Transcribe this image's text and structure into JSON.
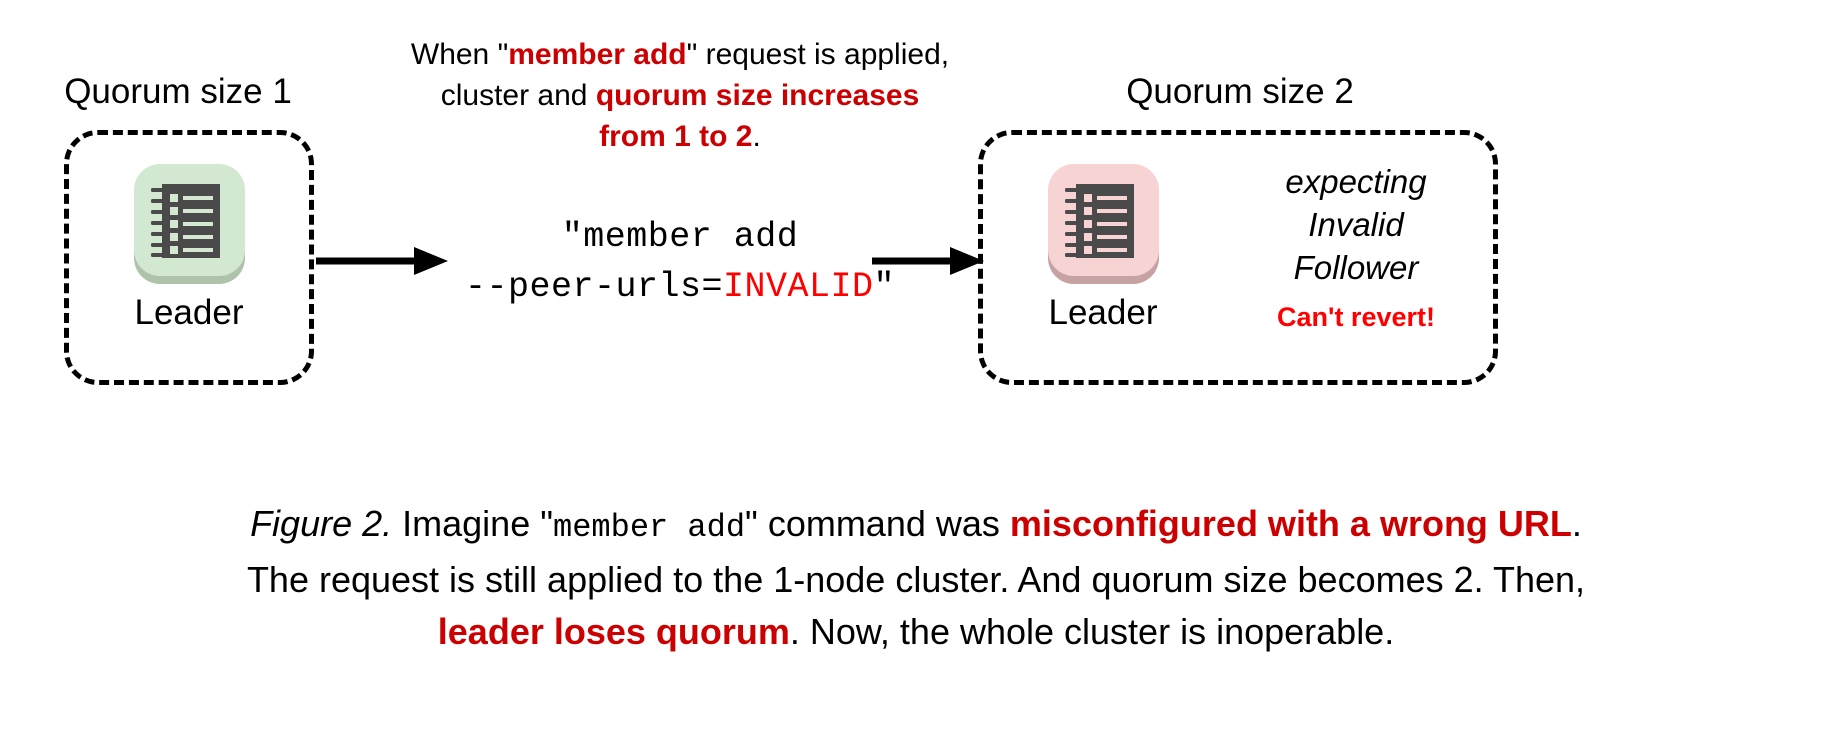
{
  "colors": {
    "red_bold": "#CC0000",
    "red_bright": "#FF0000",
    "black": "#000000",
    "background": "#FFFFFF",
    "leader_ok_tile": "#D3E8D0",
    "leader_ok_shadow": "#AFC3AB",
    "leader_bad_tile": "#F8D3D3",
    "leader_bad_shadow": "#C6A2A2",
    "icon_body": "#4A4A4A"
  },
  "top_annotation": {
    "line1_a": "When \"",
    "line1_b": "member add",
    "line1_c": "\" request is applied,",
    "line2_a": "cluster and ",
    "line2_b": "quorum size increases",
    "line3_b": "from 1 to 2",
    "line3_c": "."
  },
  "left_cluster": {
    "label": "Quorum size 1",
    "node": {
      "caption": "Leader",
      "icon": "server-ledger-icon",
      "state": "healthy"
    }
  },
  "right_cluster": {
    "label": "Quorum size 2",
    "node": {
      "caption": "Leader",
      "icon": "server-ledger-icon",
      "state": "unhealthy"
    },
    "status_lines": [
      "expecting",
      "Invalid",
      "Follower"
    ],
    "warning": "Can't revert!"
  },
  "command": {
    "line1": "\"member add",
    "line2_prefix": "--peer-urls=",
    "line2_value": "INVALID",
    "line2_suffix": "\""
  },
  "arrows": {
    "arrow1_name": "arrow-request-out",
    "arrow2_name": "arrow-request-in"
  },
  "figure_caption": {
    "label": "Figure 2.",
    "t1": " Imagine \"",
    "mono1": "member add",
    "t2": "\" command was ",
    "bold1": "misconfigured with a wrong URL",
    "t3": ".",
    "t4": "The request is still applied to the 1-node cluster. And quorum size becomes 2. Then,",
    "bold2": "leader loses quorum",
    "t5": ". Now, the whole cluster is inoperable."
  }
}
